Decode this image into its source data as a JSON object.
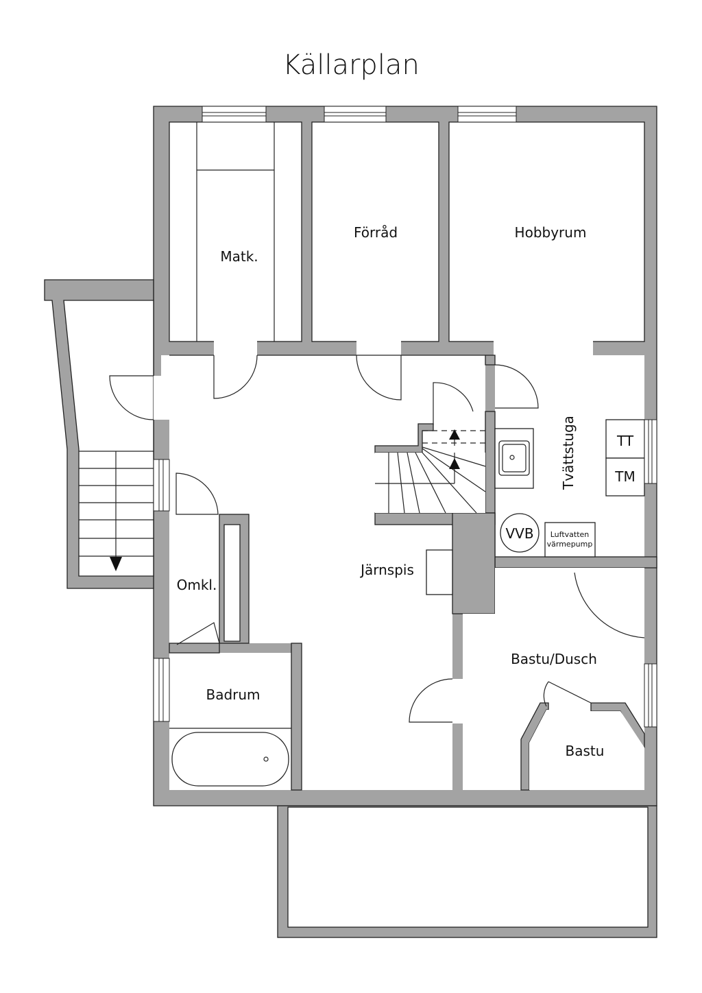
{
  "title": "Källarplan",
  "rooms": {
    "matk": "Matk.",
    "forrad": "Förråd",
    "hobbyrum": "Hobbyrum",
    "tvattstuga": "Tvättstuga",
    "jarnspis": "Järnspis",
    "omkl": "Omkl.",
    "badrum": "Badrum",
    "bastu_dusch": "Bastu/Dusch",
    "bastu": "Bastu"
  },
  "fixtures": {
    "tt": "TT",
    "tm": "TM",
    "vvb": "VVB",
    "heatpump_line1": "Luftvatten",
    "heatpump_line2": "värmepump"
  },
  "colors": {
    "wall": "#a3a3a3"
  }
}
